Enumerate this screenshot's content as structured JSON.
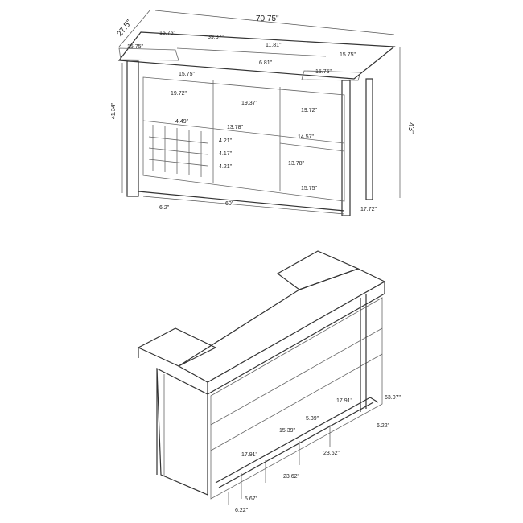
{
  "front": {
    "overall_width": "70.75\"",
    "depth": "27.5\"",
    "overall_height": "43\"",
    "inner_height": "41.34\"",
    "counter_inner": "60\"",
    "leg_offset": "6.2\"",
    "side_depth": "17.72\"",
    "top_left_a": "15.75\"",
    "top_left_b": "15.75\"",
    "top_center": "39.37\"",
    "top_center_gap": "11.81\"",
    "top_right_a": "15.75\"",
    "top_right_b": "15.75\"",
    "back_height": "6.81\"",
    "shelf_depth": "15.75\"",
    "col_left": "19.72\"",
    "col_mid": "19.37\"",
    "col_right": "19.72\"",
    "rack_cell": "4.49\"",
    "rack_row1": "4.21\"",
    "rack_row2": "4.17\"",
    "rack_row3": "4.21\"",
    "mid_height": "13.78\"",
    "right_upper": "14.57\"",
    "right_lower": "13.78\"",
    "bottom_depth": "15.75\""
  },
  "perspective": {
    "rail_end": "63.07\"",
    "rail_a": "17.91\"",
    "rail_b": "5.39\"",
    "rail_c": "6.22\"",
    "rail_d": "15.39\"",
    "rail_e": "17.91\"",
    "rail_f": "23.62\"",
    "rail_g": "23.62\"",
    "leg_a": "6.22\"",
    "leg_b": "5.67\""
  }
}
